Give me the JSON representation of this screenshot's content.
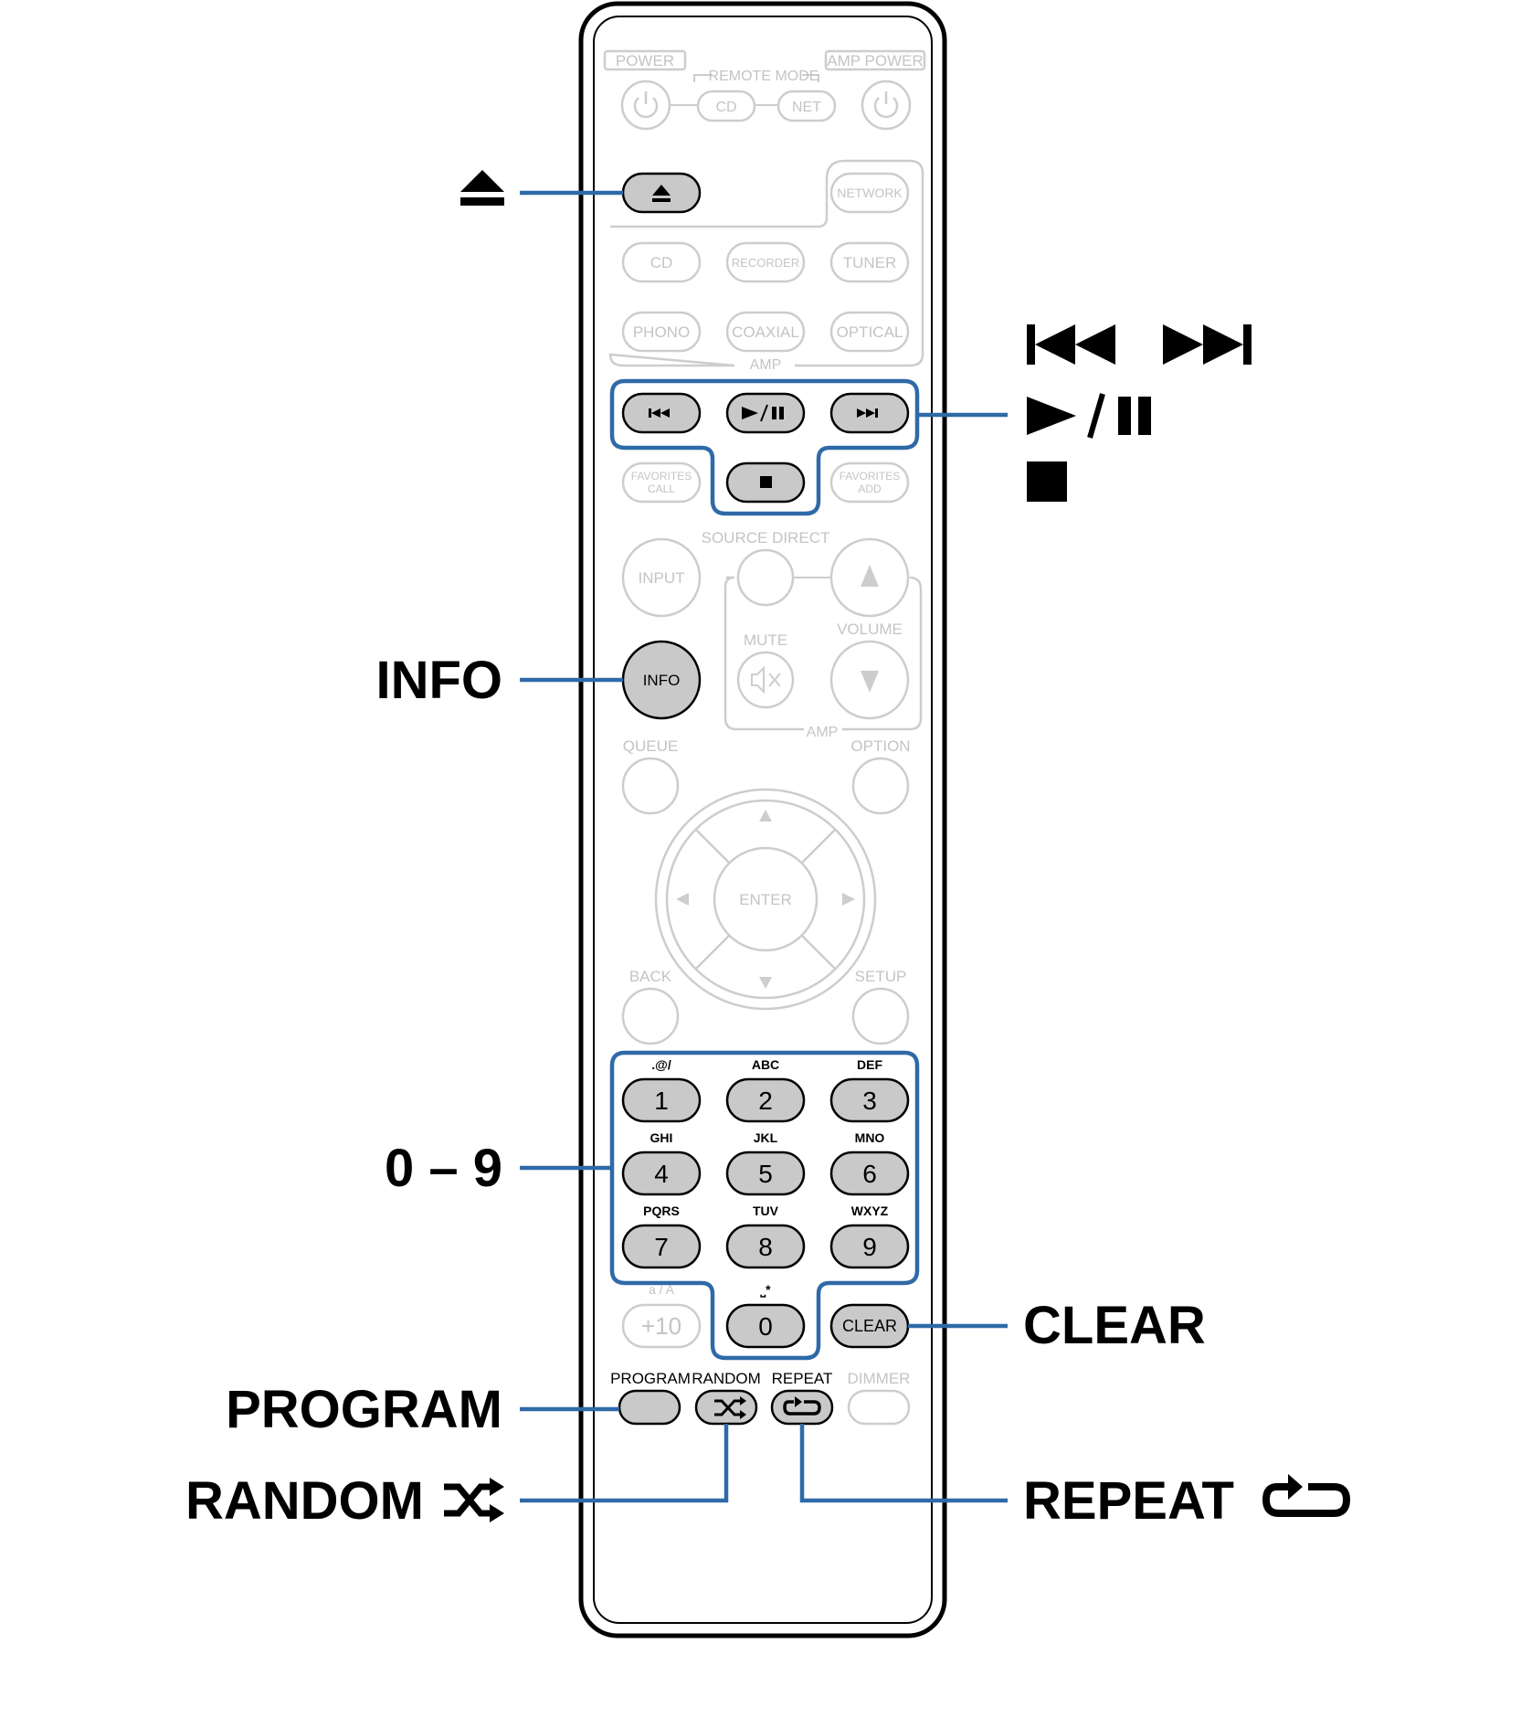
{
  "remote": {
    "power_label": "POWER",
    "remote_mode_label": "REMOTE MODE",
    "amp_power_label": "AMP POWER",
    "cd_mode": "CD",
    "net_mode": "NET",
    "network": "NETWORK",
    "cd": "CD",
    "recorder": "RECORDER",
    "tuner": "TUNER",
    "phono": "PHONO",
    "coaxial": "COAXIAL",
    "optical": "OPTICAL",
    "amp_group_label": "AMP",
    "favorites_call": [
      "FAVORITES",
      "CALL"
    ],
    "favorites_add": [
      "FAVORITES",
      "ADD"
    ],
    "source_direct": "SOURCE DIRECT",
    "input": "INPUT",
    "mute": "MUTE",
    "volume": "VOLUME",
    "amp_group_label2": "AMP",
    "info": "INFO",
    "queue": "QUEUE",
    "option": "OPTION",
    "enter": "ENTER",
    "back": "BACK",
    "setup": "SETUP",
    "numkeys": [
      {
        "digit": "1",
        "letters": ".@/"
      },
      {
        "digit": "2",
        "letters": "ABC"
      },
      {
        "digit": "3",
        "letters": "DEF"
      },
      {
        "digit": "4",
        "letters": "GHI"
      },
      {
        "digit": "5",
        "letters": "JKL"
      },
      {
        "digit": "6",
        "letters": "MNO"
      },
      {
        "digit": "7",
        "letters": "PQRS"
      },
      {
        "digit": "8",
        "letters": "TUV"
      },
      {
        "digit": "9",
        "letters": "WXYZ"
      }
    ],
    "zero_digit": "0",
    "zero_letters": "⎵*",
    "plus10": "+10",
    "case_label": "a / A",
    "clear": "CLEAR",
    "program": "PROGRAM",
    "random": "RANDOM",
    "repeat": "REPEAT",
    "dimmer": "DIMMER"
  },
  "callouts": {
    "eject": "⏏",
    "skip": "⏮ ⏭",
    "play_pause": "►/❚❚",
    "stop": "■",
    "info": "INFO",
    "numbers": "0 – 9",
    "clear": "CLEAR",
    "program": "PROGRAM",
    "random": "RANDOM",
    "repeat": "REPEAT"
  }
}
